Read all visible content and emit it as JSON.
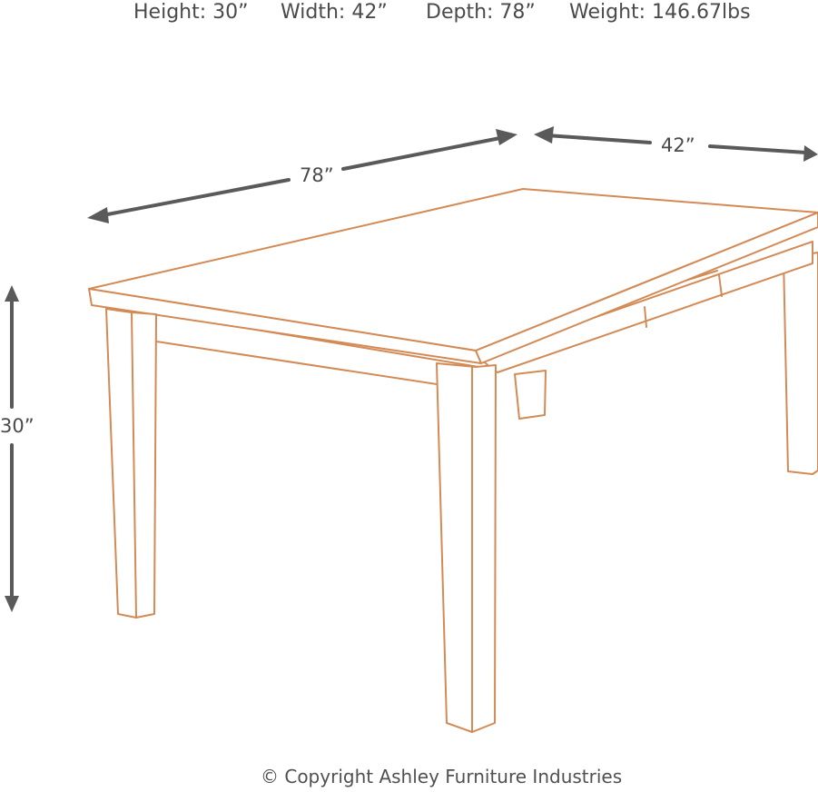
{
  "specs": {
    "height": "Height: 30”",
    "width": "Width: 42”",
    "depth": "Depth: 78”",
    "weight": "Weight: 146.67lbs"
  },
  "dimensions": {
    "length_label": "78”",
    "width_label": "42”",
    "height_label": "30”"
  },
  "copyright": "© Copyright Ashley Furniture Industries",
  "colors": {
    "outline": "#d38a55",
    "arrows": "#5a5a5a",
    "text": "#4a4a4a"
  }
}
